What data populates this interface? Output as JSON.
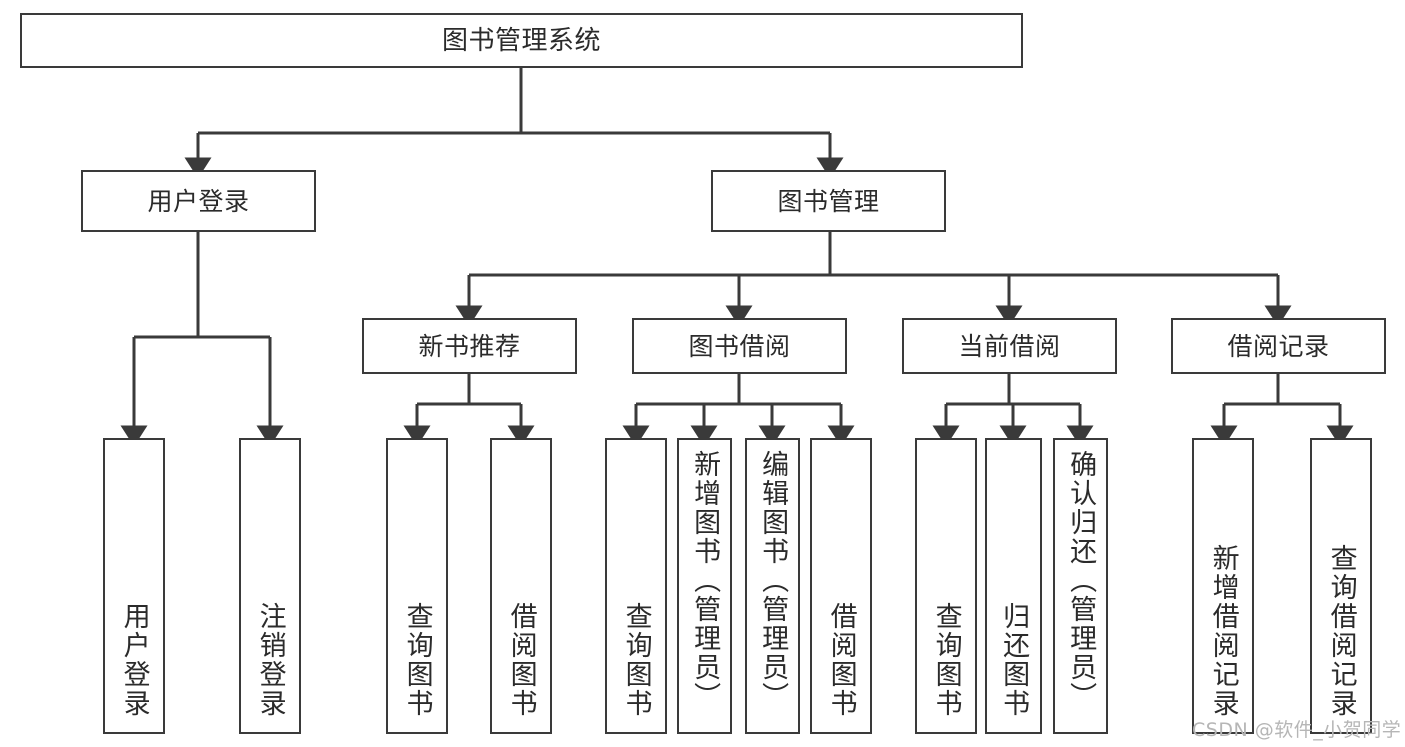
{
  "diagram": {
    "title": "图书管理系统",
    "root": {
      "label": "图书管理系统"
    },
    "tier2": [
      {
        "label": "用户登录"
      },
      {
        "label": "图书管理"
      }
    ],
    "tier3": [
      {
        "label": "新书推荐"
      },
      {
        "label": "图书借阅"
      },
      {
        "label": "当前借阅"
      },
      {
        "label": "借阅记录"
      }
    ],
    "leaves": {
      "user_login": [
        {
          "label": "用户登录"
        },
        {
          "label": "注销登录"
        }
      ],
      "new_book": [
        {
          "label": "查询图书"
        },
        {
          "label": "借阅图书"
        }
      ],
      "borrow": [
        {
          "label": "查询图书"
        },
        {
          "label": "新增图书（管理员）"
        },
        {
          "label": "编辑图书（管理员）"
        },
        {
          "label": "借阅图书"
        }
      ],
      "current": [
        {
          "label": "查询图书"
        },
        {
          "label": "归还图书"
        },
        {
          "label": "确认归还（管理员）"
        }
      ],
      "records": [
        {
          "label": "新增借阅记录"
        },
        {
          "label": "查询借阅记录"
        }
      ]
    },
    "watermark": "CSDN @软件_小贺同学",
    "colors": {
      "stroke": "#3a3a3a",
      "text": "#2b2b2b",
      "background": "#ffffff",
      "watermark": "#b6b6b6"
    }
  }
}
